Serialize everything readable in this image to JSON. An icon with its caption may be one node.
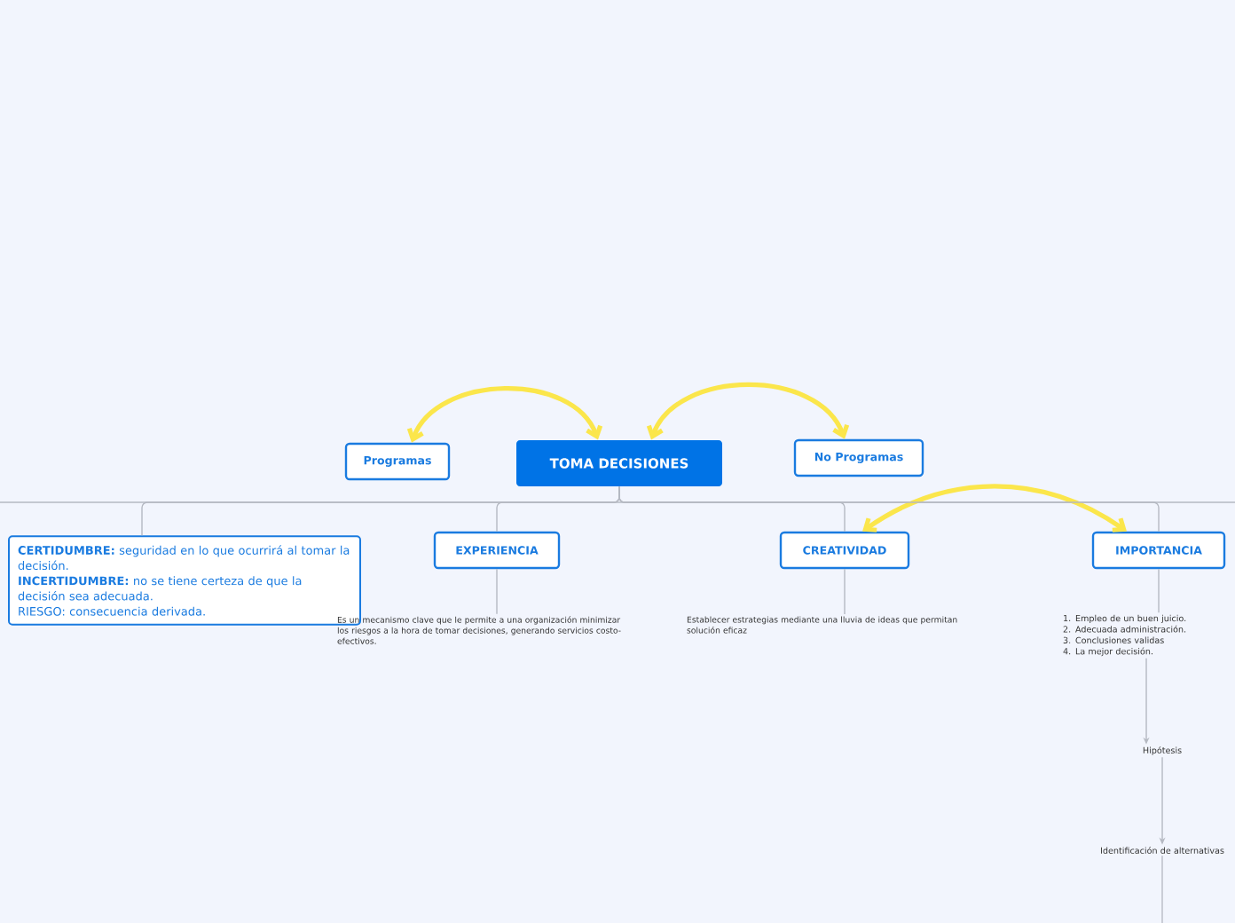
{
  "diagram": {
    "nodes": [
      {
        "text": [
          "TOMA DECISIONES"
        ]
      },
      {
        "text": [
          "Programas"
        ]
      },
      {
        "text": [
          "No Programas"
        ]
      },
      {
        "text": [
          "**CERTIDUMBRE:** seguridad en lo que ocurrirá al tomar la decisión.",
          "**INCERTIDUMBRE:** no se tiene certeza de que la decisión sea adecuada.",
          "RIESGO: consecuencia derivada."
        ]
      },
      {
        "text": [
          "EXPERIENCIA"
        ]
      },
      {
        "text": [
          "Es un mecanismo clave que le permite a una organización minimizar los riesgos a la hora de tomar decisiones, generando servicios costo- efectivos."
        ]
      },
      {
        "text": [
          "CREATIVIDAD"
        ]
      },
      {
        "text": [
          "Establecer estrategias mediante una lluvia de ideas que permitan solución eficaz"
        ]
      },
      {
        "text": [
          "IMPORTANCIA"
        ]
      },
      {
        "text": [
          "1. Empleo de un buen juicio.",
          "2. Adecuada administración.",
          "3. Conclusiones validas",
          "4. La mejor decisión."
        ]
      },
      {
        "text": [
          "Hipótesis"
        ]
      },
      {
        "text": [
          "Identificación de alternativas"
        ]
      }
    ],
    "edges": [
      {
        "from": 0,
        "to": 1,
        "arrow": "both",
        "style": "thick",
        "color": "#fbe64b"
      },
      {
        "from": 0,
        "to": 2,
        "arrow": "both",
        "style": "thick",
        "color": "#fbe64b"
      },
      {
        "from": 6,
        "to": 8,
        "arrow": "both",
        "style": "thick",
        "color": "#fbe64b"
      },
      {
        "from": 0,
        "to": 3,
        "arrow": "none"
      },
      {
        "from": 0,
        "to": 4,
        "arrow": "none"
      },
      {
        "from": 0,
        "to": 6,
        "arrow": "none"
      },
      {
        "from": 0,
        "to": 8,
        "arrow": "none"
      },
      {
        "from": 4,
        "to": 5,
        "arrow": "none"
      },
      {
        "from": 6,
        "to": 7,
        "arrow": "none"
      },
      {
        "from": 8,
        "to": 9,
        "arrow": "none"
      },
      {
        "from": 9,
        "to": 10,
        "arrow": "to"
      },
      {
        "from": 10,
        "to": 11,
        "arrow": "to"
      },
      {
        "from": 11,
        "to": null,
        "arrow": "none"
      }
    ]
  }
}
